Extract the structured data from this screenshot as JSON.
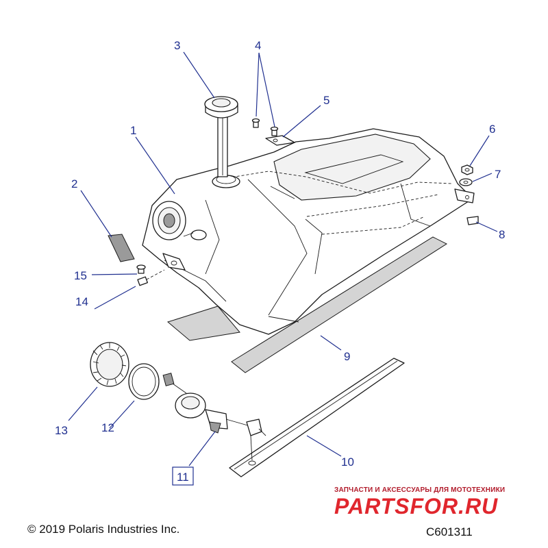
{
  "diagram": {
    "callouts": [
      {
        "id": "1",
        "label": "1"
      },
      {
        "id": "2",
        "label": "2"
      },
      {
        "id": "3",
        "label": "3"
      },
      {
        "id": "4",
        "label": "4"
      },
      {
        "id": "5",
        "label": "5"
      },
      {
        "id": "6",
        "label": "6"
      },
      {
        "id": "7",
        "label": "7"
      },
      {
        "id": "8",
        "label": "8"
      },
      {
        "id": "9",
        "label": "9"
      },
      {
        "id": "10",
        "label": "10"
      },
      {
        "id": "11",
        "label": "11"
      },
      {
        "id": "12",
        "label": "12"
      },
      {
        "id": "13",
        "label": "13"
      },
      {
        "id": "14",
        "label": "14"
      },
      {
        "id": "15",
        "label": "15"
      }
    ],
    "callout_color": "#1f2f8f"
  },
  "footer": {
    "copyright": "© 2019 Polaris Industries Inc.",
    "figure_code": "C601311"
  },
  "watermark": {
    "tagline": "ЗАПЧАСТИ И АКСЕССУАРЫ ДЛЯ МОТОТЕХНИКИ",
    "brand": "PARTSFOR.RU",
    "color": "#e0262d"
  }
}
